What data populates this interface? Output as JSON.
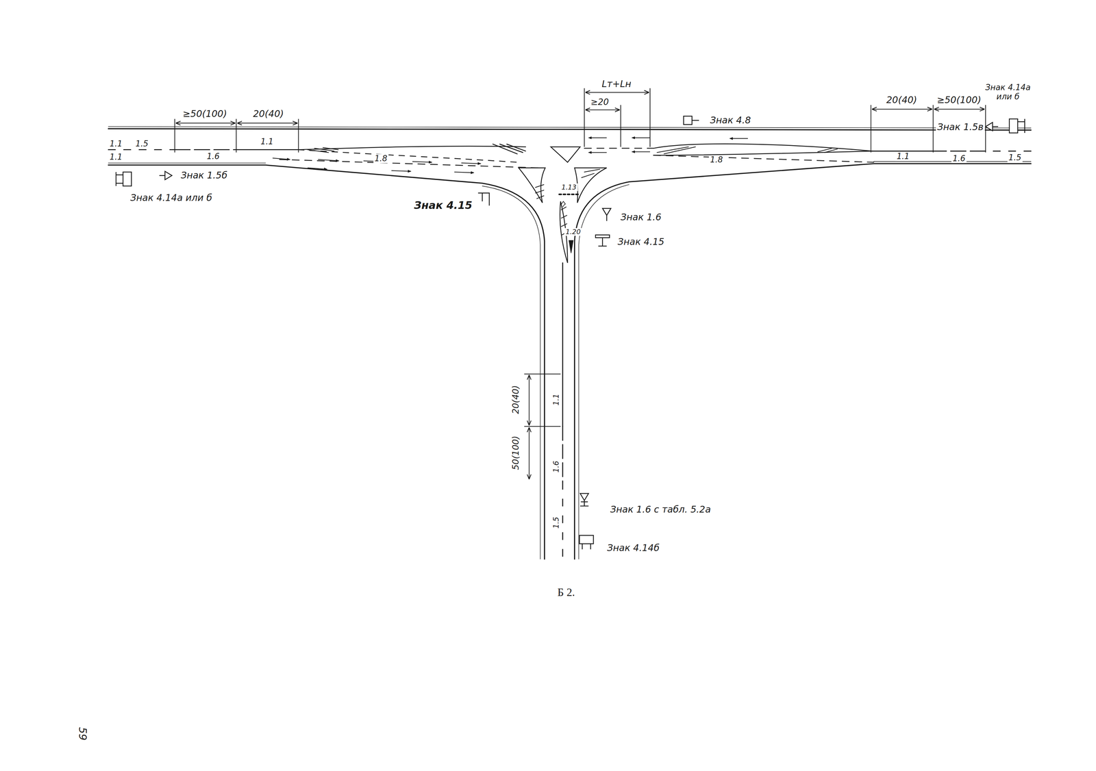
{
  "diagram": {
    "caption": "Б 2.",
    "labels": [
      "Lт+Lн",
      "≥20",
      "≥50(100)",
      "20(40)",
      "20(40)",
      "≥50(100)",
      "Знак 4.14а или б",
      "Знак 4.8",
      "Знак 1.5в",
      "1.1",
      "1.5",
      "1.6",
      "1.1",
      "1.1",
      "Знак 1.5б",
      "Знак 4.14а или б",
      "1.8",
      "1.1",
      "1.6",
      "1.5",
      "1.8",
      "Знак 4.15",
      "1.13",
      "Знак 1.6",
      "1.20",
      "Знак 4.15",
      "20(40)",
      "50(100)",
      "1.1",
      "1.6",
      "1.5",
      "Знак 1.6 с табл. 5.2а",
      "Знак 4.14б",
      "59"
    ]
  }
}
